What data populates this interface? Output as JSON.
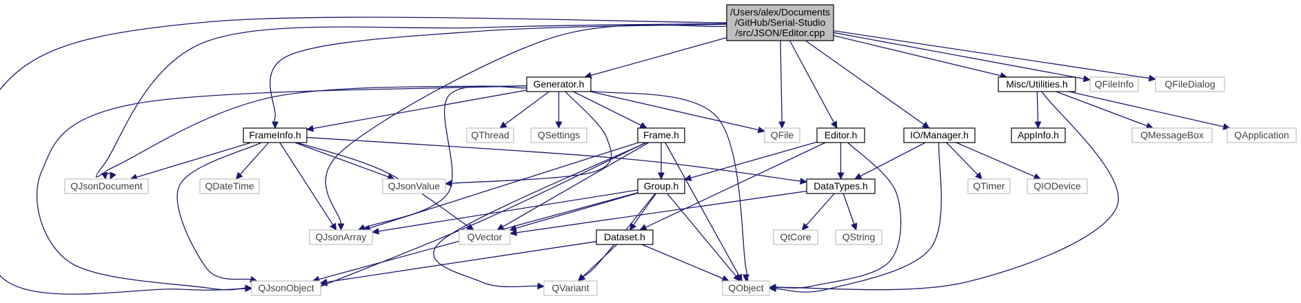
{
  "colors": {
    "edge": "#191970",
    "root_fill": "#bfbfbf",
    "local_border": "#000000",
    "external_border": "#bfbfbf",
    "external_text": "#404040"
  },
  "nodes": [
    {
      "id": "root",
      "kind": "root",
      "lines": [
        "/Users/alex/Documents",
        "/GitHub/Serial-Studio",
        "/src/JSON/Editor.cpp"
      ]
    },
    {
      "id": "generator",
      "kind": "local",
      "lines": [
        "Generator.h"
      ]
    },
    {
      "id": "utilities",
      "kind": "local",
      "lines": [
        "Misc/Utilities.h"
      ]
    },
    {
      "id": "qfileinfo",
      "kind": "ext",
      "lines": [
        "QFileInfo"
      ]
    },
    {
      "id": "qfiledialog",
      "kind": "ext",
      "lines": [
        "QFileDialog"
      ]
    },
    {
      "id": "frameinfo",
      "kind": "local",
      "lines": [
        "FrameInfo.h"
      ]
    },
    {
      "id": "qthread",
      "kind": "ext",
      "lines": [
        "QThread"
      ]
    },
    {
      "id": "qsettings",
      "kind": "ext",
      "lines": [
        "QSettings"
      ]
    },
    {
      "id": "frame",
      "kind": "local",
      "lines": [
        "Frame.h"
      ]
    },
    {
      "id": "qfile",
      "kind": "ext",
      "lines": [
        "QFile"
      ]
    },
    {
      "id": "editorh",
      "kind": "local",
      "lines": [
        "Editor.h"
      ]
    },
    {
      "id": "iomanager",
      "kind": "local",
      "lines": [
        "IO/Manager.h"
      ]
    },
    {
      "id": "appinfo",
      "kind": "local",
      "lines": [
        "AppInfo.h"
      ]
    },
    {
      "id": "qmessagebox",
      "kind": "ext",
      "lines": [
        "QMessageBox"
      ]
    },
    {
      "id": "qapplication",
      "kind": "ext",
      "lines": [
        "QApplication"
      ]
    },
    {
      "id": "qjsondocument",
      "kind": "ext",
      "lines": [
        "QJsonDocument"
      ]
    },
    {
      "id": "qdatetime",
      "kind": "ext",
      "lines": [
        "QDateTime"
      ]
    },
    {
      "id": "qjsonvalue",
      "kind": "ext",
      "lines": [
        "QJsonValue"
      ]
    },
    {
      "id": "group",
      "kind": "local",
      "lines": [
        "Group.h"
      ]
    },
    {
      "id": "datatypes",
      "kind": "local",
      "lines": [
        "DataTypes.h"
      ]
    },
    {
      "id": "qtimer",
      "kind": "ext",
      "lines": [
        "QTimer"
      ]
    },
    {
      "id": "qiodevice",
      "kind": "ext",
      "lines": [
        "QIODevice"
      ]
    },
    {
      "id": "qjsonarray",
      "kind": "ext",
      "lines": [
        "QJsonArray"
      ]
    },
    {
      "id": "qvector",
      "kind": "ext",
      "lines": [
        "QVector"
      ]
    },
    {
      "id": "dataset",
      "kind": "local",
      "lines": [
        "Dataset.h"
      ]
    },
    {
      "id": "qtcore",
      "kind": "ext",
      "lines": [
        "QtCore"
      ]
    },
    {
      "id": "qstring",
      "kind": "ext",
      "lines": [
        "QString"
      ]
    },
    {
      "id": "qjsonobject",
      "kind": "ext",
      "lines": [
        "QJsonObject"
      ]
    },
    {
      "id": "qvariant",
      "kind": "ext",
      "lines": [
        "QVariant"
      ]
    },
    {
      "id": "qobject",
      "kind": "ext",
      "lines": [
        "QObject"
      ]
    }
  ],
  "edges": [
    [
      "root",
      "generator"
    ],
    [
      "root",
      "utilities"
    ],
    [
      "root",
      "qfileinfo"
    ],
    [
      "root",
      "qfiledialog"
    ],
    [
      "root",
      "frameinfo"
    ],
    [
      "root",
      "qfile"
    ],
    [
      "root",
      "editorh"
    ],
    [
      "root",
      "iomanager"
    ],
    [
      "root",
      "qjsondocument"
    ],
    [
      "root",
      "qjsonarray"
    ],
    [
      "root",
      "qjsonobject"
    ],
    [
      "generator",
      "frameinfo"
    ],
    [
      "generator",
      "qthread"
    ],
    [
      "generator",
      "qsettings"
    ],
    [
      "generator",
      "frame"
    ],
    [
      "generator",
      "qfile"
    ],
    [
      "generator",
      "qjsondocument"
    ],
    [
      "generator",
      "qjsonvalue"
    ],
    [
      "generator",
      "qjsonarray"
    ],
    [
      "generator",
      "qjsonobject"
    ],
    [
      "generator",
      "qobject"
    ],
    [
      "utilities",
      "appinfo"
    ],
    [
      "utilities",
      "qmessagebox"
    ],
    [
      "utilities",
      "qapplication"
    ],
    [
      "utilities",
      "qobject"
    ],
    [
      "frameinfo",
      "qjsondocument"
    ],
    [
      "frameinfo",
      "qdatetime"
    ],
    [
      "frameinfo",
      "qjsonvalue"
    ],
    [
      "frameinfo",
      "qjsonarray"
    ],
    [
      "frameinfo",
      "qvector"
    ],
    [
      "frameinfo",
      "qjsonobject"
    ],
    [
      "frameinfo",
      "datatypes"
    ],
    [
      "frame",
      "group"
    ],
    [
      "frame",
      "qjsonarray"
    ],
    [
      "frame",
      "qvector"
    ],
    [
      "frame",
      "qjsonobject"
    ],
    [
      "frame",
      "qvariant"
    ],
    [
      "frame",
      "qobject"
    ],
    [
      "editorh",
      "group"
    ],
    [
      "editorh",
      "datatypes"
    ],
    [
      "editorh",
      "dataset"
    ],
    [
      "editorh",
      "qobject"
    ],
    [
      "iomanager",
      "datatypes"
    ],
    [
      "iomanager",
      "qtimer"
    ],
    [
      "iomanager",
      "qiodevice"
    ],
    [
      "iomanager",
      "qobject"
    ],
    [
      "group",
      "qjsonarray"
    ],
    [
      "group",
      "qvector"
    ],
    [
      "group",
      "dataset"
    ],
    [
      "group",
      "qjsonobject"
    ],
    [
      "group",
      "qvariant"
    ],
    [
      "group",
      "qobject"
    ],
    [
      "datatypes",
      "qvector"
    ],
    [
      "datatypes",
      "qtcore"
    ],
    [
      "datatypes",
      "qstring"
    ],
    [
      "dataset",
      "qjsonobject"
    ],
    [
      "dataset",
      "qvariant"
    ],
    [
      "dataset",
      "qobject"
    ]
  ]
}
